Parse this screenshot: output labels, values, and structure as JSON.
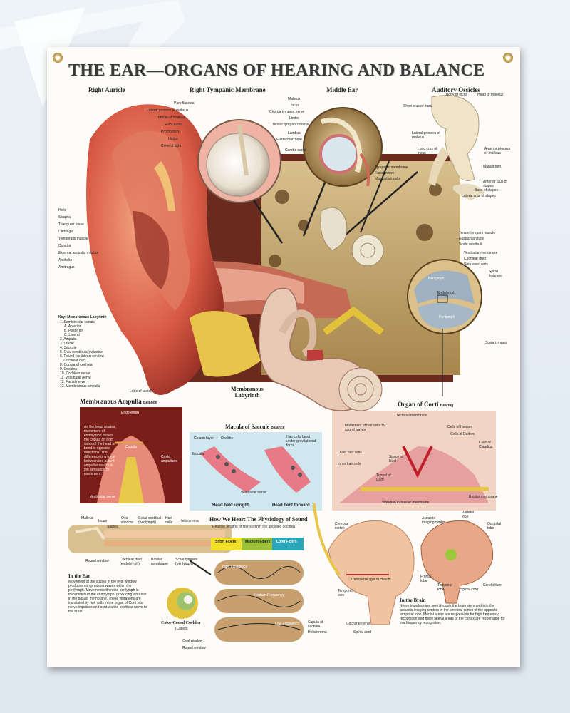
{
  "title": "THE EAR—ORGANS OF HEARING AND BALANCE",
  "sections": {
    "right_auricle": "Right Auricle",
    "tympanic": "Right Tympanic Membrane",
    "middle_ear": "Middle Ear",
    "ossicles": "Auditory Ossicles",
    "membranous_labyrinth": "Membranous Labyrinth",
    "membranous_ampulla": "Membranous Ampulla",
    "ampulla_sub": "Balance",
    "macula": "Macula of Saccule",
    "macula_sub": "Balance",
    "organ_corti": "Organ of Corti",
    "corti_sub": "Hearing",
    "how_we_hear": "How We Hear: The Physiology of Sound",
    "in_the_ear": "In the Ear",
    "in_the_brain": "In the Brain",
    "color_coded_cochlea": "Color-Coded Cochlea"
  },
  "auricle_labels": [
    "Helix",
    "Scapha",
    "Triangular fossa",
    "Cartilage",
    "Temporalis muscle",
    "Concha",
    "External acoustic meatus",
    "Antihelix",
    "Antitragus",
    "Lobe of auricle"
  ],
  "tympanic_labels": [
    "Pars flaccida",
    "Lateral process of malleus",
    "Handle of malleus",
    "Pars tensa",
    "Promontory",
    "Limbo",
    "Cone of light"
  ],
  "middle_labels": [
    "Malleus",
    "Incus",
    "Chorda tympani nerve",
    "Limbo",
    "Tensor tympani muscle",
    "Lambus",
    "Eustachian tube",
    "Carotid canal",
    "Tympanic membrane",
    "Facial nerve",
    "Mastoid air cells"
  ],
  "ossicle_labels": [
    "Body of incus",
    "Head of malleus",
    "Short crus of incus",
    "Lateral process of malleus",
    "Long crus of incus",
    "Anterior process of malleus",
    "Manubrium",
    "Anterior crus of stapes",
    "Base of stapes",
    "Lateral crus of stapes"
  ],
  "right_labels": [
    "Tensor tympani muscle",
    "Eustachian tube",
    "Scala vestibuli",
    "Vestibular membrane",
    "Cochlear duct",
    "Stria vascularis",
    "Spiral ligament",
    "Scala tympani"
  ],
  "cochlea_section_labels": [
    "Perilymph",
    "Endolymph",
    "Perilymph"
  ],
  "key": {
    "heading": "Key: Membranous Labyrinth",
    "items": [
      "1. Semicircular canals",
      "A. Anterior",
      "B. Posterior",
      "C. Lateral",
      "2. Ampulla",
      "3. Utricle",
      "4. Saccule",
      "5. Oval (vestibular) window",
      "6. Round (cochlear) window",
      "7. Cochlear duct",
      "8. Cupula of cochlea",
      "9. Cochlea",
      "10. Cochlear nerve",
      "11. Vestibular nerve",
      "12. Facial nerve",
      "13. Membranous ampulla"
    ]
  },
  "ampulla": {
    "text": "As the head rotates, movement of endolymph moves the cupula on both sides of the head to bend in opposite directions. The difference is a force between the paired ampullar results in the sensation of movement.",
    "labels": [
      "Endolymph",
      "Cupula",
      "Crista ampullaris",
      "Vestibular nerve"
    ]
  },
  "macula_panel": {
    "labels": [
      "Gelatin layer",
      "Otoliths",
      "Macula",
      "Hair cells bend under gravitational force",
      "Vestibular nerve"
    ],
    "captions": [
      "Head held upright",
      "Head bent forward"
    ]
  },
  "corti": {
    "labels": [
      "Tectorial membrane",
      "Movement of hair cells for sound waves",
      "Cells of Hensen",
      "Cells of Deiters",
      "Outer hair cells",
      "Cells of Claudius",
      "Inner hair cells",
      "Space of Nuel",
      "Tunnel of Corti",
      "Basilar membrane"
    ],
    "caption": "Vibration in basilar membrane"
  },
  "ear_diagram_labels": [
    "Malleus",
    "Incus",
    "Stapes",
    "Oval window",
    "Scala vestibuli (perilymph)",
    "Hair cells",
    "Helicotrema",
    "Round window",
    "Cochlear duct (endolymph)",
    "Basilar membrane",
    "Scala tympani (perilymph)"
  ],
  "in_ear_text": "Movement of the stapes in the oval window produces compression waves within the perilymph. Movement within the perilymph is transmitted to the endolymph, producing vibration in the basilar membrane. These vibrations are translated by hair cells in the organ of Corti into nerve impulses and sent via the cochlear nerve to the brain.",
  "physiology": {
    "subtitle": "Relative lengths of fibers within the uncoiled cochlea",
    "fibers": [
      "Short Fibers",
      "Medium Fibers",
      "Long Fibers"
    ],
    "tubes": [
      "High Frequency",
      "Medium Frequency",
      "Low Frequency"
    ],
    "labels": [
      "Cupula of cochlea",
      "Helicotrema",
      "Oval window",
      "Round window"
    ],
    "cochlea_caption": "(Coiled)"
  },
  "brain": {
    "labels": [
      "Cerebral cortex",
      "Transverse gyri of Heschl",
      "Temporal lobe",
      "Cochlear nerve",
      "Spinal cord",
      "Acoustic imaging center",
      "Parietal lobe",
      "Occipital lobe",
      "Frontal lobe",
      "Temporal lobe",
      "Spinal cord",
      "Cerebellum"
    ],
    "text": "Nerve impulses are sent through the brain stem and into the acoustic imaging centers in the cerebral cortex of the opposite temporal lobe. Medial areas are responsible for high frequency recognition and more lateral areas of the cortex are responsible for low frequency recognition."
  }
}
